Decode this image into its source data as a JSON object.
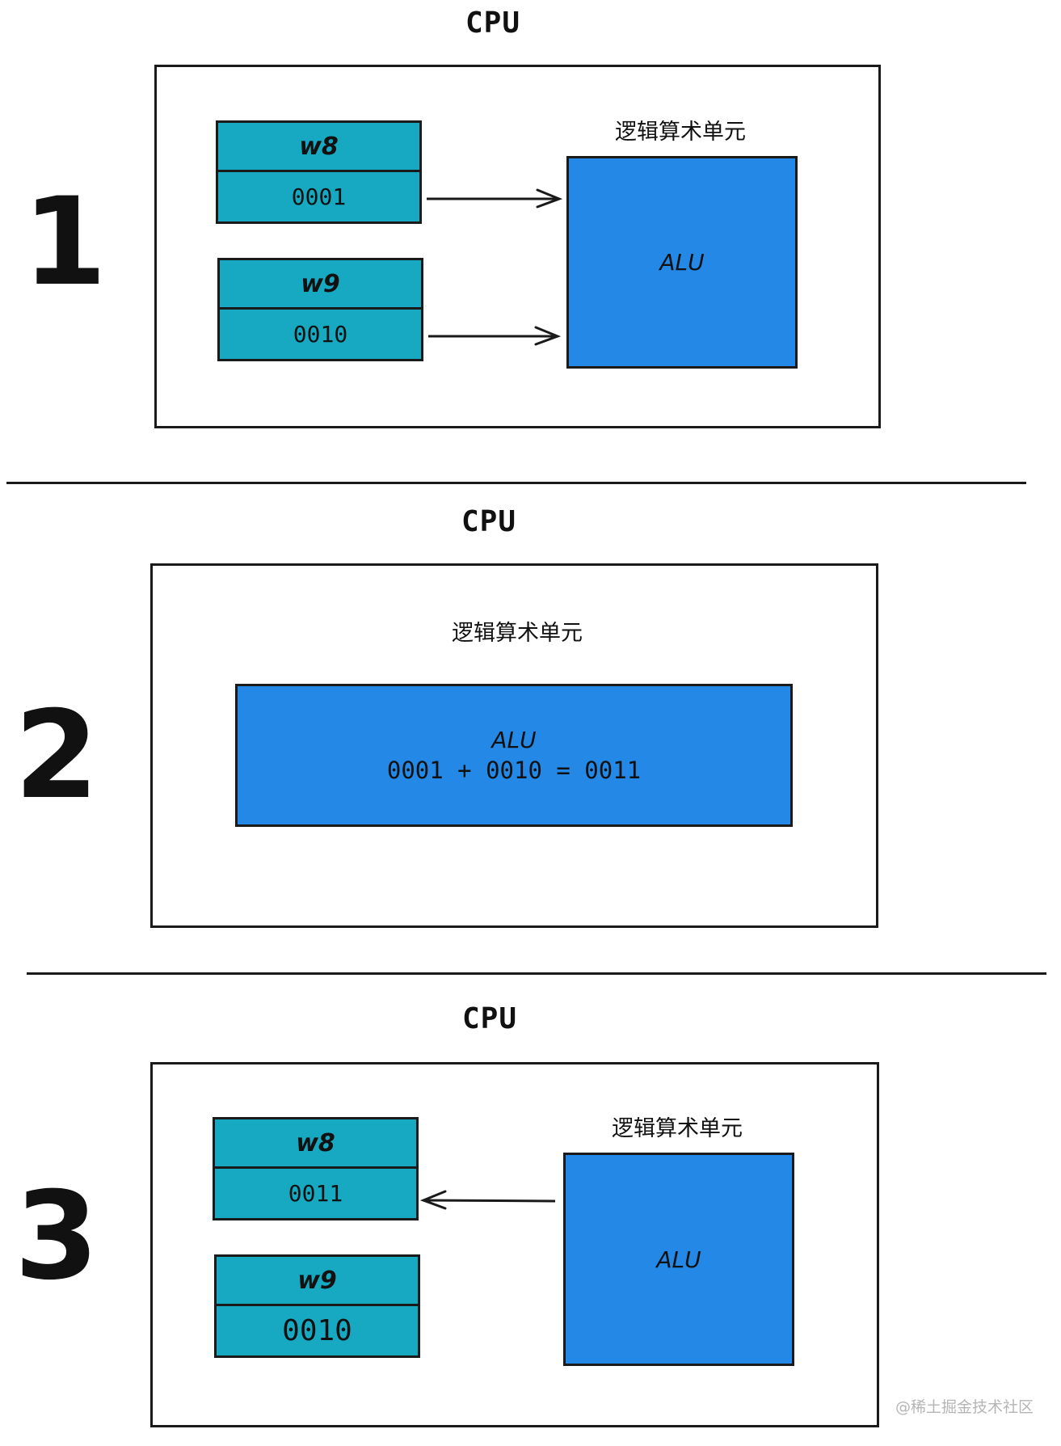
{
  "panels": [
    {
      "step": "1",
      "cpu_title": "CPU",
      "alu_label": "逻辑算术单元",
      "alu_name": "ALU",
      "registers": [
        {
          "name": "w8",
          "value": "0001"
        },
        {
          "name": "w9",
          "value": "0010"
        }
      ]
    },
    {
      "step": "2",
      "cpu_title": "CPU",
      "alu_label": "逻辑算术单元",
      "alu_name": "ALU",
      "alu_expression": "0001 + 0010 = 0011"
    },
    {
      "step": "3",
      "cpu_title": "CPU",
      "alu_label": "逻辑算术单元",
      "alu_name": "ALU",
      "registers": [
        {
          "name": "w8",
          "value": "0011"
        },
        {
          "name": "w9",
          "value": "0010"
        }
      ]
    }
  ],
  "colors": {
    "register_fill": "#17a9c1",
    "alu_fill": "#2388e6",
    "outline": "#1a1a1a"
  },
  "watermark": "@稀土掘金技术社区"
}
